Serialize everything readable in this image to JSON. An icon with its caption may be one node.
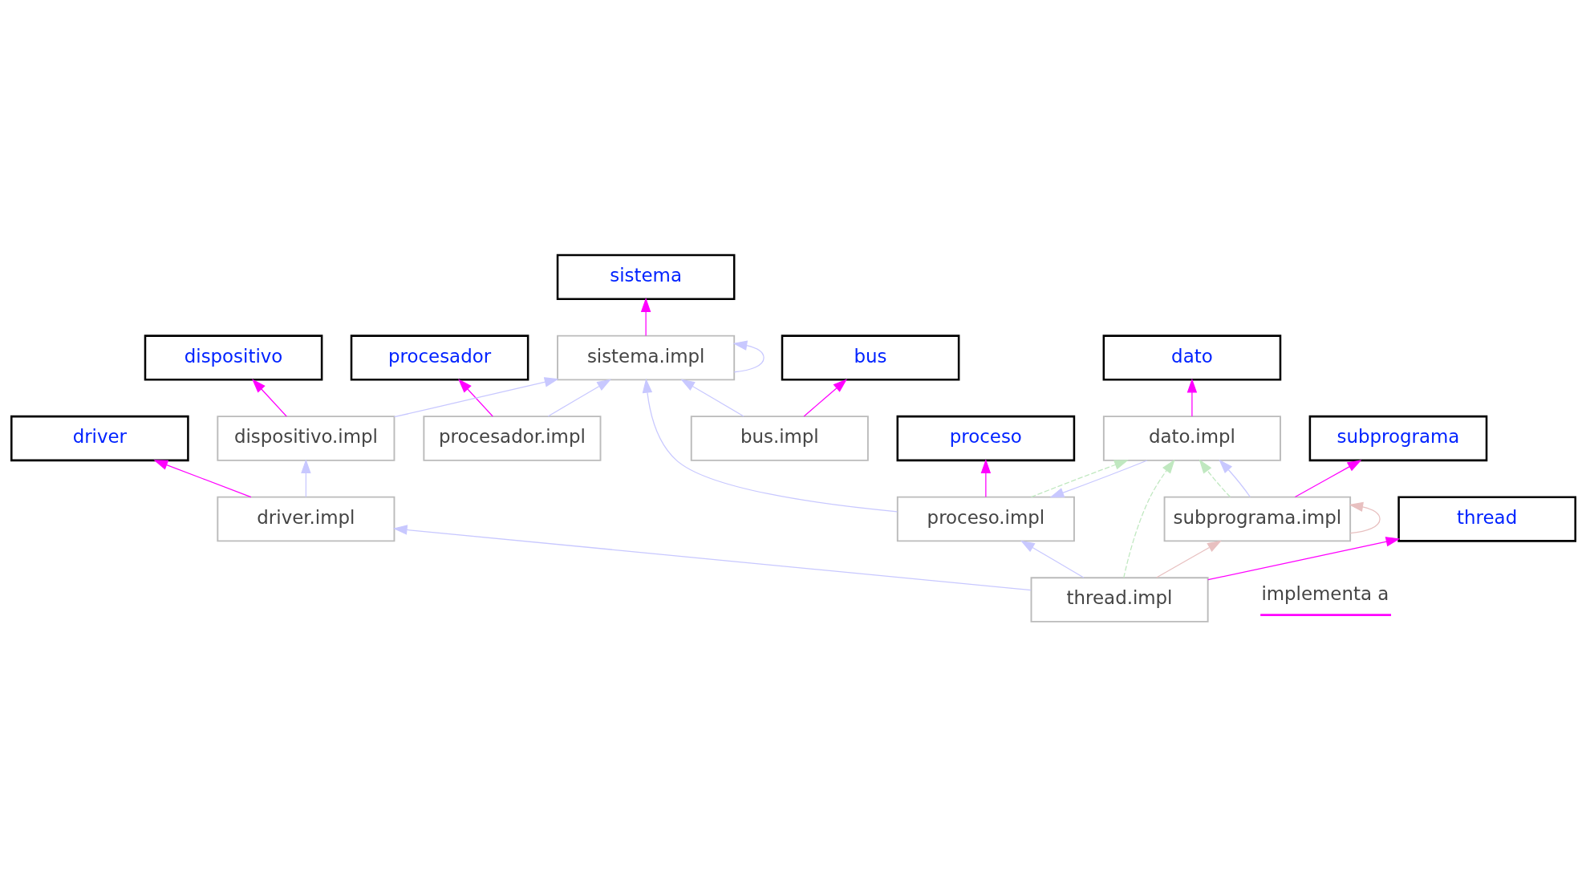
{
  "diagram": {
    "nodes": [
      {
        "text": [
          "sistema"
        ]
      },
      {
        "text": [
          "sistema.impl"
        ]
      },
      {
        "text": [
          "proceso"
        ]
      },
      {
        "text": [
          "procesador"
        ]
      },
      {
        "text": [
          "proceso.impl"
        ]
      },
      {
        "text": [
          "procesador.impl"
        ]
      },
      {
        "text": [
          "dispositivo"
        ]
      },
      {
        "text": [
          "bus.impl"
        ]
      },
      {
        "text": [
          "dispositivo.impl"
        ]
      },
      {
        "text": [
          "thread"
        ]
      },
      {
        "text": [
          "subprograma"
        ]
      },
      {
        "text": [
          "thread.impl"
        ]
      },
      {
        "text": [
          "driver.impl"
        ]
      },
      {
        "text": [
          "dato.impl"
        ]
      },
      {
        "text": [
          "subprograma.impl"
        ]
      },
      {
        "text": [
          "bus"
        ]
      },
      {
        "text": [
          "driver"
        ]
      },
      {
        "text": [
          "dato"
        ]
      }
    ],
    "edges": [
      {
        "from": 1,
        "to": 0,
        "arrow": "to",
        "color": "#ff00ff"
      },
      {
        "from": 1,
        "to": 1,
        "arrow": "to",
        "color": "#c8c8ff"
      },
      {
        "from": 4,
        "to": 2,
        "arrow": "to",
        "color": "#ff00ff"
      },
      {
        "from": 5,
        "to": 3,
        "arrow": "to",
        "color": "#ff00ff"
      },
      {
        "from": 4,
        "to": 1,
        "arrow": "to",
        "color": "#c8c8ff"
      },
      {
        "from": 7,
        "to": 1,
        "arrow": "to",
        "color": "#c8c8ff"
      },
      {
        "from": 5,
        "to": 1,
        "arrow": "to",
        "color": "#c8c8ff"
      },
      {
        "from": 8,
        "to": 1,
        "arrow": "to",
        "color": "#c8c8ff"
      },
      {
        "from": 8,
        "to": 6,
        "arrow": "to",
        "color": "#ff00ff"
      },
      {
        "from": 11,
        "to": 9,
        "arrow": "to",
        "color": "#ff00ff"
      },
      {
        "from": 11,
        "to": 4,
        "arrow": "to",
        "color": "#c8c8ff"
      },
      {
        "from": 13,
        "to": 4,
        "arrow": "to",
        "color": "#c8c8ff"
      },
      {
        "from": 4,
        "to": 13,
        "arrow": "to",
        "style": "dashed",
        "color": "#c0e8c0"
      },
      {
        "from": 12,
        "to": 8,
        "arrow": "to",
        "color": "#c8c8ff"
      },
      {
        "from": 11,
        "to": 12,
        "arrow": "to",
        "color": "#c8c8ff"
      },
      {
        "from": 11,
        "to": 13,
        "arrow": "to",
        "style": "dashed",
        "color": "#c0e8c0"
      },
      {
        "from": 11,
        "to": 14,
        "arrow": "to",
        "color": "#e8c0c0"
      },
      {
        "from": 14,
        "to": 10,
        "arrow": "to",
        "color": "#ff00ff"
      },
      {
        "from": 14,
        "to": 13,
        "arrow": "to",
        "style": "dashed",
        "color": "#c0e8c0"
      },
      {
        "from": 14,
        "to": 13,
        "arrow": "to",
        "color": "#c8c8ff"
      },
      {
        "from": 14,
        "to": 14,
        "arrow": "to",
        "color": "#e8c0c0"
      },
      {
        "from": 7,
        "to": 15,
        "arrow": "to",
        "color": "#ff00ff"
      },
      {
        "from": 12,
        "to": 16,
        "arrow": "to",
        "color": "#ff00ff"
      },
      {
        "from": 13,
        "to": 17,
        "arrow": "to",
        "color": "#ff00ff"
      }
    ],
    "legend": [
      {
        "text": "implementa a"
      }
    ]
  }
}
